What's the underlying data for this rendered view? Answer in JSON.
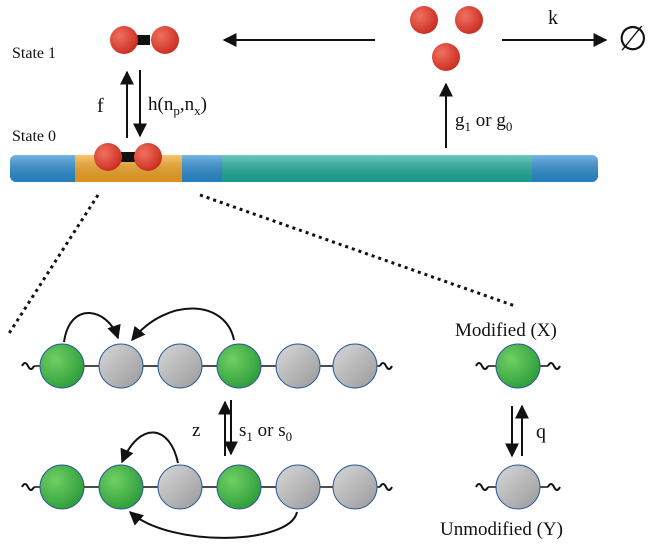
{
  "labels": {
    "state1": "State 1",
    "state0": "State 0",
    "f": "f",
    "h_main": "h(n",
    "h_p": "p",
    "h_mid": ",n",
    "h_x": "x",
    "h_close": ")",
    "g_pre": "g",
    "g_1": "1",
    "g_or": " or g",
    "g_0": "0",
    "k": "k",
    "empty": "∅",
    "z": "z",
    "s_pre": "s",
    "s_1": "1",
    "s_or": " or s",
    "s_0": "0",
    "q": "q",
    "modified": "Modified (X)",
    "unmodified": "Unmodified (Y)"
  },
  "colors": {
    "protein_red": "#d93a2b",
    "dna_blue": "#2b8fd6",
    "dna_teal": "#1fae9f",
    "dna_orange": "#f7a823",
    "nuc_green": "#3fb44a",
    "nuc_gray": "#b3b3b3",
    "ink": "#111111"
  },
  "row_top": [
    "green",
    "gray",
    "gray",
    "green",
    "gray",
    "gray"
  ],
  "row_bottom": [
    "green",
    "green",
    "gray",
    "green",
    "gray",
    "gray"
  ]
}
